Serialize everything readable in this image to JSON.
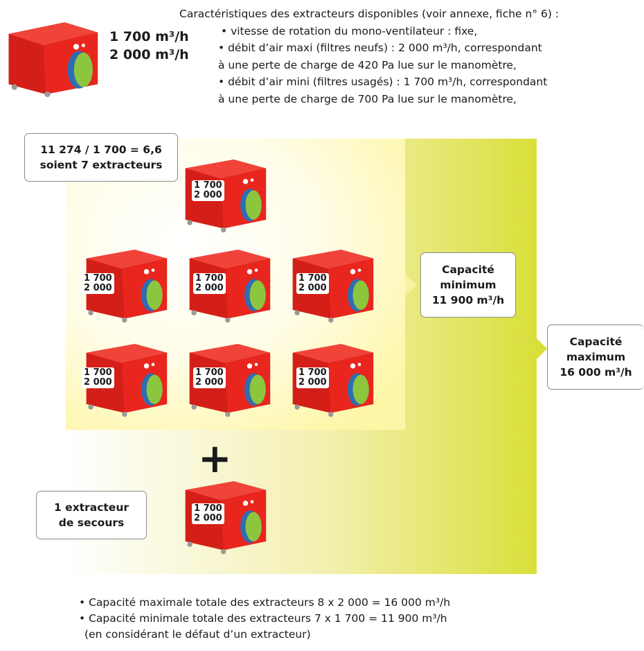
{
  "intro": {
    "title": "Caractéristiques des extracteurs disponibles (voir annexe, fiche n° 6) :",
    "line1": "• vitesse de rotation du mono-ventilateur : fixe,",
    "line2": "• débit d’air maxi (filtres neufs) : 2 000 m³/h, correspondant",
    "line3": "à une perte de charge de 420 Pa lue sur le manomètre,",
    "line4": "• débit d’air mini (filtres usagés) : 1 700 m³/h, correspondant",
    "line5": "à une perte de charge de 700 Pa lue sur le manomètre,"
  },
  "header_unit": {
    "min_flow": "1 700 m³/h",
    "max_flow": "2 000 m³/h"
  },
  "unit_label": {
    "min": "1 700",
    "max": "2 000"
  },
  "callouts": {
    "calc_line1": "11 274 / 1 700 = 6,6",
    "calc_line2": "soient 7 extracteurs",
    "min_line1": "Capacité",
    "min_line2": "minimum",
    "min_line3": "11 900 m³/h",
    "max_line1": "Capacité",
    "max_line2": "maximum",
    "max_line3": "16 000 m³/h",
    "spare_line1": "1 extracteur",
    "spare_line2": "de secours"
  },
  "plus_sign": "+",
  "bullets": {
    "line1": "• Capacité maximale totale des extracteurs 8 x 2 000 = 16 000 m³/h",
    "line2": "• Capacité minimale totale des extracteurs 7 x 1 700 = 11 900 m³/h",
    "line3": "(en considérant le défaut d’un extracteur)"
  },
  "colors": {
    "unit_body": "#e8261e",
    "unit_dark": "#b8130f",
    "filter_green": "#8cc63f",
    "filter_blue": "#2e6db4",
    "zone_yellow": "#d9df3a",
    "zone_light": "#fffbe0"
  }
}
